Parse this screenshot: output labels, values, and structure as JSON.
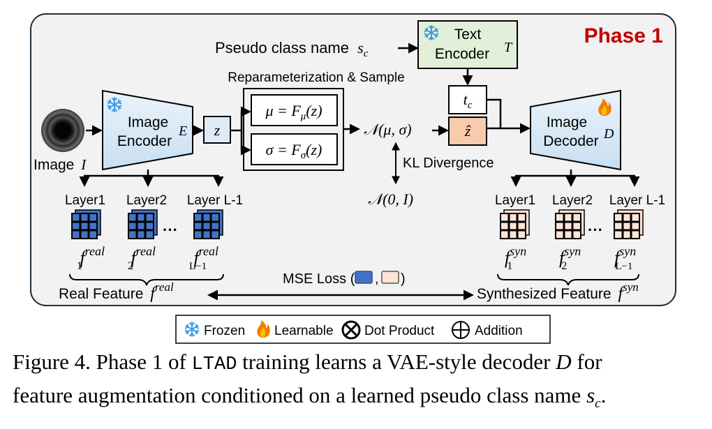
{
  "phase_title": "Phase 1",
  "pseudo_class": {
    "label": "Pseudo class name",
    "symbol": "s",
    "sub": "c"
  },
  "text_encoder": {
    "line1": "Text",
    "line2": "Encoder",
    "symbol": "T"
  },
  "reparam_label": "Reparameterization & Sample",
  "input_image": {
    "label": "Image",
    "symbol": "I"
  },
  "image_encoder": {
    "line1": "Image",
    "line2": "Encoder",
    "symbol": "E"
  },
  "z_box": "z",
  "mu_box": {
    "lhs": "μ = F",
    "sub": "μ",
    "rhs": "(z)"
  },
  "sigma_box": {
    "lhs": "σ = F",
    "sub": "σ",
    "rhs": "(z)"
  },
  "normal_dist": "𝒩(μ, σ)",
  "kl_label": "KL Divergence",
  "std_normal": "𝒩(0, I)",
  "tc_box": {
    "symbol": "t",
    "sub": "c"
  },
  "zhat_box": "ẑ",
  "image_decoder": {
    "line1": "Image",
    "line2": "Decoder",
    "symbol": "D"
  },
  "layers_real": [
    "Layer1",
    "Layer2",
    "Layer L-1"
  ],
  "layers_syn": [
    "Layer1",
    "Layer2",
    "Layer L-1"
  ],
  "ellipsis": "···",
  "real_feats": [
    {
      "base": "f",
      "sup": "real",
      "sub": "1"
    },
    {
      "base": "f",
      "sup": "real",
      "sub": "2"
    },
    {
      "base": "f",
      "sup": "real",
      "sub": "L−1"
    }
  ],
  "syn_feats": [
    {
      "base": "f",
      "sup": "syn",
      "sub": "1"
    },
    {
      "base": "f",
      "sup": "syn",
      "sub": "2"
    },
    {
      "base": "f",
      "sup": "syn",
      "sub": "L−1"
    }
  ],
  "mse": {
    "label": "MSE Loss (",
    "comma": ",",
    "close": ")"
  },
  "real_feature": {
    "label": "Real Feature",
    "base": "f",
    "sup": "real"
  },
  "syn_feature": {
    "label": "Synthesized Feature",
    "base": "f",
    "sup": "syn"
  },
  "legend": {
    "frozen": "Frozen",
    "learnable": "Learnable",
    "dot": "Dot Product",
    "add": "Addition"
  },
  "caption": {
    "p1": "Figure 4. Phase 1 of ",
    "mono": "LTAD",
    "p2": " training learns a VAE-style decoder ",
    "D": "D",
    "p3": " for",
    "p4": "feature augmentation conditioned on a learned pseudo class name ",
    "s": "s",
    "sub": "c",
    "p5": "."
  },
  "colors": {
    "phase_red": "#c00000",
    "real_grid": "#4472c4",
    "syn_grid": "#fce4d6",
    "text_encoder_fill": "#e2f0d9",
    "z_fill": "#deebf7",
    "zhat_fill": "#f8cbad",
    "frozen_blue": "#4aa8e8",
    "flame_orange": "#f57c00"
  }
}
